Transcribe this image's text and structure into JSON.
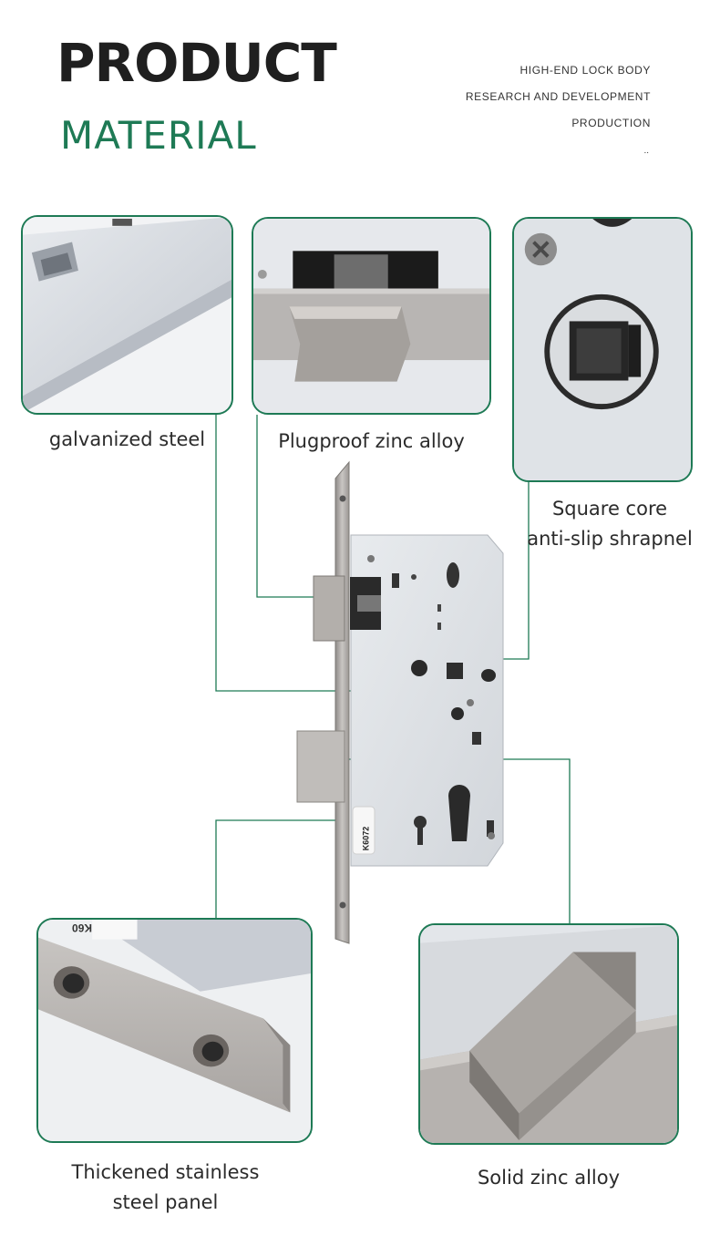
{
  "header": {
    "title": "PRODUCT",
    "subtitle": "MATERIAL",
    "taglines": [
      "HIGH-END LOCK BODY",
      "RESEARCH AND DEVELOPMENT",
      "PRODUCTION"
    ],
    "ellipsis": ".."
  },
  "callouts": {
    "galvanized": {
      "label": "galvanized steel"
    },
    "plugproof": {
      "label": "Plugproof zinc alloy"
    },
    "square_core": {
      "label_line1": "Square core",
      "label_line2": "anti-slip shrapnel"
    },
    "stainless": {
      "label_line1": "Thickened stainless",
      "label_line2": "steel panel"
    },
    "solid_zinc": {
      "label": "Solid zinc alloy"
    }
  },
  "product": {
    "model_sticker": "K6072",
    "panel_sticker": "K60"
  },
  "colors": {
    "accent": "#1e7a55",
    "title": "#1f1f1f",
    "steel": "#dde1e6",
    "stainless": "#b9b6b3"
  }
}
